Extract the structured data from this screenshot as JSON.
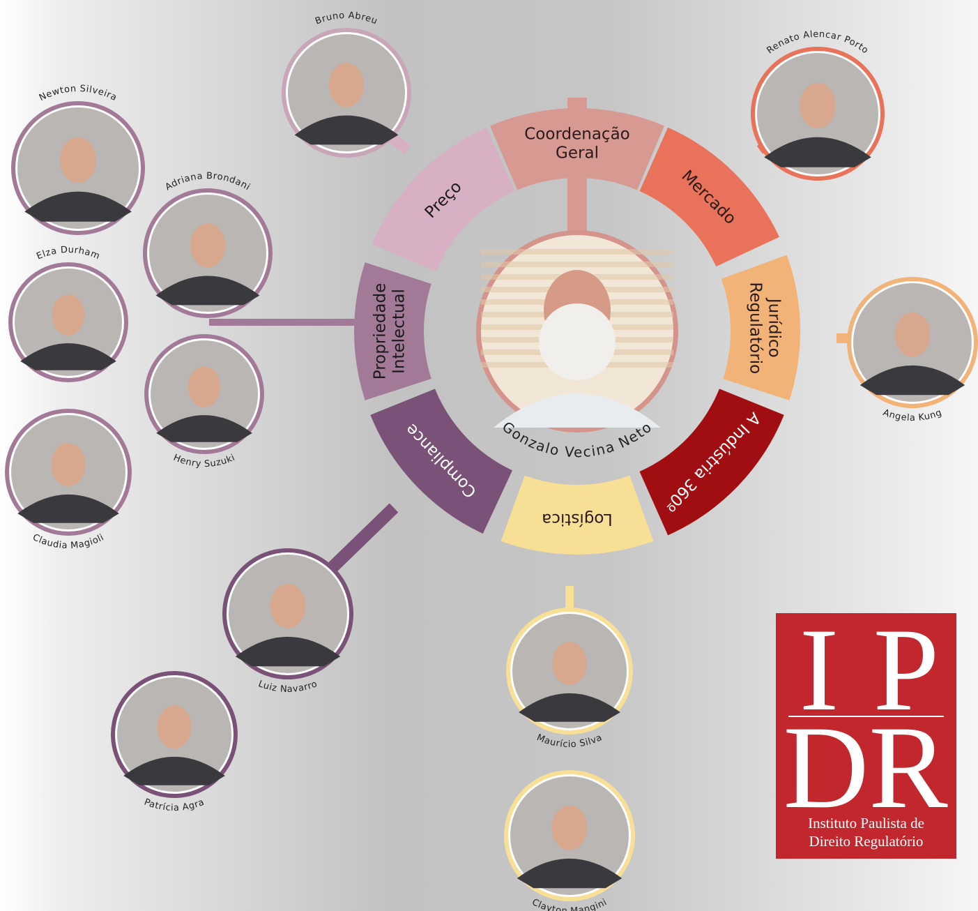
{
  "center": {
    "name": "Gonzalo Vecina Neto",
    "ring_color": "#d4948c"
  },
  "segments": [
    {
      "id": "coordenacao",
      "lines": [
        "Coordenação",
        "Geral"
      ],
      "color": "#d79a93",
      "text_color": "#2a1a1a"
    },
    {
      "id": "mercado",
      "lines": [
        "Mercado"
      ],
      "color": "#e8735a",
      "text_color": "#2a1a1a"
    },
    {
      "id": "juridico",
      "lines": [
        "Jurídico",
        "Regulatório"
      ],
      "color": "#f1b377",
      "text_color": "#2a1a1a"
    },
    {
      "id": "industria",
      "lines": [
        "A Indústria 360º"
      ],
      "color": "#a10e12",
      "text_color": "#ffffff"
    },
    {
      "id": "logistica",
      "lines": [
        "Logística"
      ],
      "color": "#f7df96",
      "text_color": "#2a1a1a"
    },
    {
      "id": "compliance",
      "lines": [
        "Compliance"
      ],
      "color": "#7b5277",
      "text_color": "#ffffff"
    },
    {
      "id": "propriedade",
      "lines": [
        "Propriedade",
        "Intelectual"
      ],
      "color": "#a27a97",
      "text_color": "#1a1a1a"
    },
    {
      "id": "preco",
      "lines": [
        "Preço"
      ],
      "color": "#d7b1c3",
      "text_color": "#1a1a1a"
    }
  ],
  "people": [
    {
      "id": "bruno-abreu",
      "name": "Bruno Abreu",
      "ring": "#c9a5b8"
    },
    {
      "id": "renato-alencar-porto",
      "name": "Renato Alencar Porto",
      "ring": "#e8735a"
    },
    {
      "id": "newton-silveira",
      "name": "Newton Silveira",
      "ring": "#a27a97"
    },
    {
      "id": "adriana-brondani",
      "name": "Adriana Brondani",
      "ring": "#a27a97"
    },
    {
      "id": "elza-durham",
      "name": "Elza Durham",
      "ring": "#a27a97"
    },
    {
      "id": "henry-suzuki",
      "name": "Henry Suzuki",
      "ring": "#a27a97"
    },
    {
      "id": "claudia-magioli",
      "name": "Claudia Magioli",
      "ring": "#a27a97"
    },
    {
      "id": "angela-kung",
      "name": "Angela Kung",
      "ring": "#f1b377"
    },
    {
      "id": "luiz-navarro",
      "name": "Luiz Navarro",
      "ring": "#7b5277"
    },
    {
      "id": "patricia-agra",
      "name": "Patrícia Agra",
      "ring": "#7b5277"
    },
    {
      "id": "mauricio-silva",
      "name": "Maurício Silva",
      "ring": "#f7df96"
    },
    {
      "id": "clayton-mangini",
      "name": "Clayton Mangini",
      "ring": "#f7df96"
    }
  ],
  "logo": {
    "letters_top": [
      "I",
      "P"
    ],
    "letters_bottom": [
      "D",
      "R"
    ],
    "line1": "Instituto Paulista de",
    "line2": "Direito Regulatório",
    "color": "#c1272d"
  }
}
